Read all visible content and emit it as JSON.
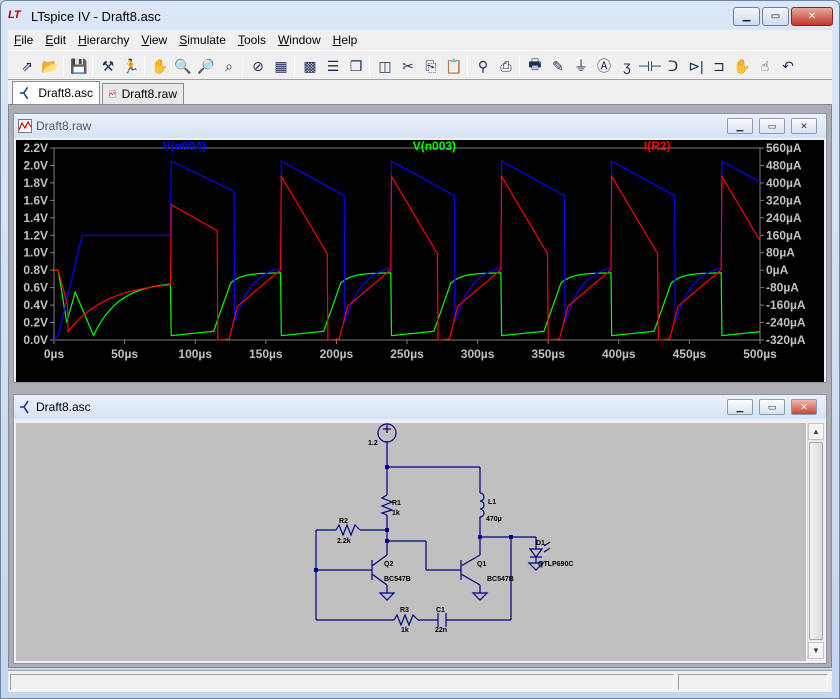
{
  "window": {
    "title": "LTspice IV - Draft8.asc",
    "app_icon": "LT"
  },
  "menu": [
    {
      "id": "file",
      "underline": "F",
      "rest": "ile"
    },
    {
      "id": "edit",
      "underline": "E",
      "rest": "dit"
    },
    {
      "id": "hierarchy",
      "underline": "H",
      "rest": "ierarchy"
    },
    {
      "id": "view",
      "underline": "V",
      "rest": "iew"
    },
    {
      "id": "simulate",
      "underline": "S",
      "rest": "imulate"
    },
    {
      "id": "tools",
      "underline": "T",
      "rest": "ools"
    },
    {
      "id": "window",
      "underline": "W",
      "rest": "indow"
    },
    {
      "id": "help",
      "underline": "H",
      "rest": "elp"
    }
  ],
  "toolbar_icons": [
    "new-schematic-icon",
    "open-icon",
    "save-icon",
    "control-panel-icon",
    "run-icon",
    "pan-icon",
    "zoom-in-icon",
    "zoom-out-icon",
    "zoom-fit-icon",
    "zoom-cancel-icon",
    "autorange-icon",
    "grid-icon",
    "tile-horizontal-icon",
    "cascade-icon",
    "tile-vertical-icon",
    "cut-icon",
    "copy-icon",
    "paste-icon",
    "find-icon",
    "print-preview-icon",
    "print-icon",
    "wire-icon",
    "ground-icon",
    "label-icon",
    "resistor-icon",
    "capacitor-icon",
    "inductor-icon",
    "diode-icon",
    "component-icon",
    "move-icon",
    "drag-icon",
    "undo-icon"
  ],
  "tabs": [
    {
      "label": "Draft8.asc",
      "active": true
    },
    {
      "label": "Draft8.raw",
      "active": false
    }
  ],
  "waveform_window": {
    "title": "Draft8.raw"
  },
  "schematic_window": {
    "title": "Draft8.asc"
  },
  "chart_data": {
    "type": "line",
    "background": "#000000",
    "series": [
      {
        "name": "V(n004)",
        "color": "#0000ff",
        "axis": "left"
      },
      {
        "name": "V(n003)",
        "color": "#00ff00",
        "axis": "left"
      },
      {
        "name": "I(R2)",
        "color": "#ff0000",
        "axis": "right"
      }
    ],
    "x_ticks": [
      "0µs",
      "50µs",
      "100µs",
      "150µs",
      "200µs",
      "250µs",
      "300µs",
      "350µs",
      "400µs",
      "450µs",
      "500µs"
    ],
    "xlim_us": [
      0,
      500
    ],
    "y_left_ticks": [
      "0.0V",
      "0.2V",
      "0.4V",
      "0.6V",
      "0.8V",
      "1.0V",
      "1.2V",
      "1.4V",
      "1.6V",
      "1.8V",
      "2.0V",
      "2.2V"
    ],
    "ylim_left_V": [
      0.0,
      2.2
    ],
    "y_right_ticks": [
      "-320µA",
      "-240µA",
      "-160µA",
      "-80µA",
      "0µA",
      "80µA",
      "160µA",
      "240µA",
      "320µA",
      "400µA",
      "480µA",
      "560µA"
    ],
    "ylim_right_uA": [
      -320,
      560
    ],
    "period_us": 78,
    "first_switch_us": 83,
    "grid": false,
    "legend_position": "top"
  },
  "schematic": {
    "source_value": "1.2",
    "components": [
      {
        "ref": "R1",
        "value": "1k"
      },
      {
        "ref": "R2",
        "value": "2.2k"
      },
      {
        "ref": "R3",
        "value": "1k"
      },
      {
        "ref": "L1",
        "value": "470µ"
      },
      {
        "ref": "C1",
        "value": "22n"
      },
      {
        "ref": "Q1",
        "value": "BC547B"
      },
      {
        "ref": "Q2",
        "value": "BC547B"
      },
      {
        "ref": "D1",
        "value": "QTLP690C"
      }
    ]
  },
  "colors": {
    "wire": "#000080",
    "schematic_bg": "#c0c0c0",
    "plot_bg": "#000000",
    "axis_text": "#c0c0c0"
  }
}
